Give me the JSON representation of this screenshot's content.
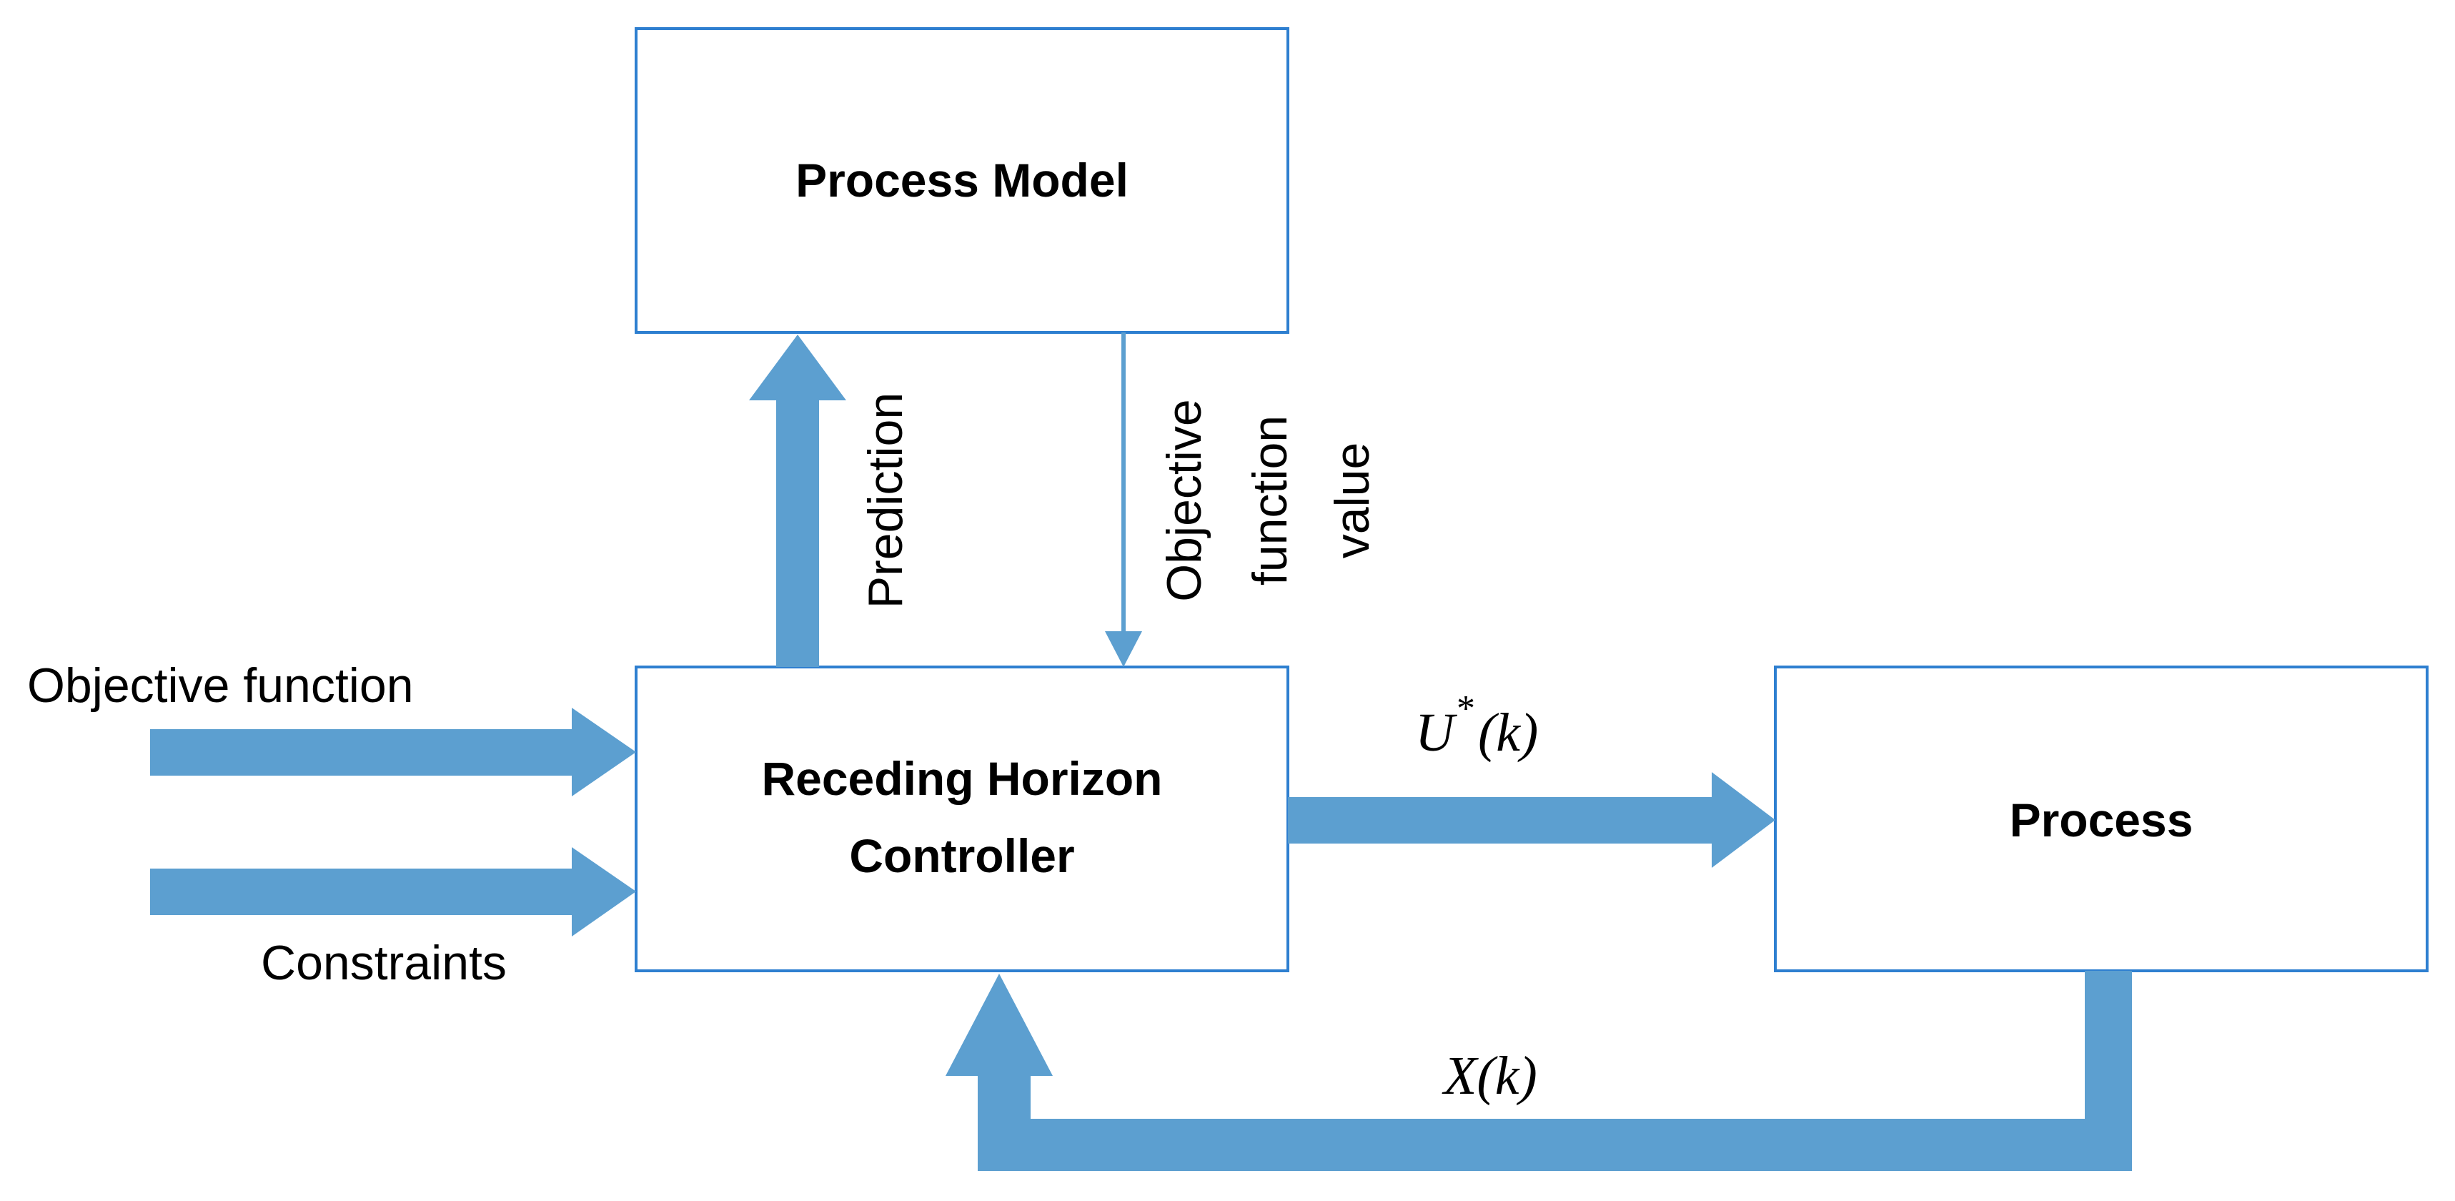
{
  "blocks": {
    "process_model": "Process Model",
    "controller_line1": "Receding Horizon",
    "controller_line2": "Controller",
    "process": "Process"
  },
  "signals": {
    "prediction": "Prediction",
    "objective_value_line1": "Objective",
    "objective_value_line2": "function",
    "objective_value_line3": "value",
    "objective_function": "Objective function",
    "constraints": "Constraints",
    "control_base": "U",
    "control_sup": "*",
    "control_arg": "(k)",
    "state_label": "X(k)"
  },
  "colors": {
    "box_border": "#2e7fd0",
    "arrow_fill": "#5c9fd0"
  }
}
